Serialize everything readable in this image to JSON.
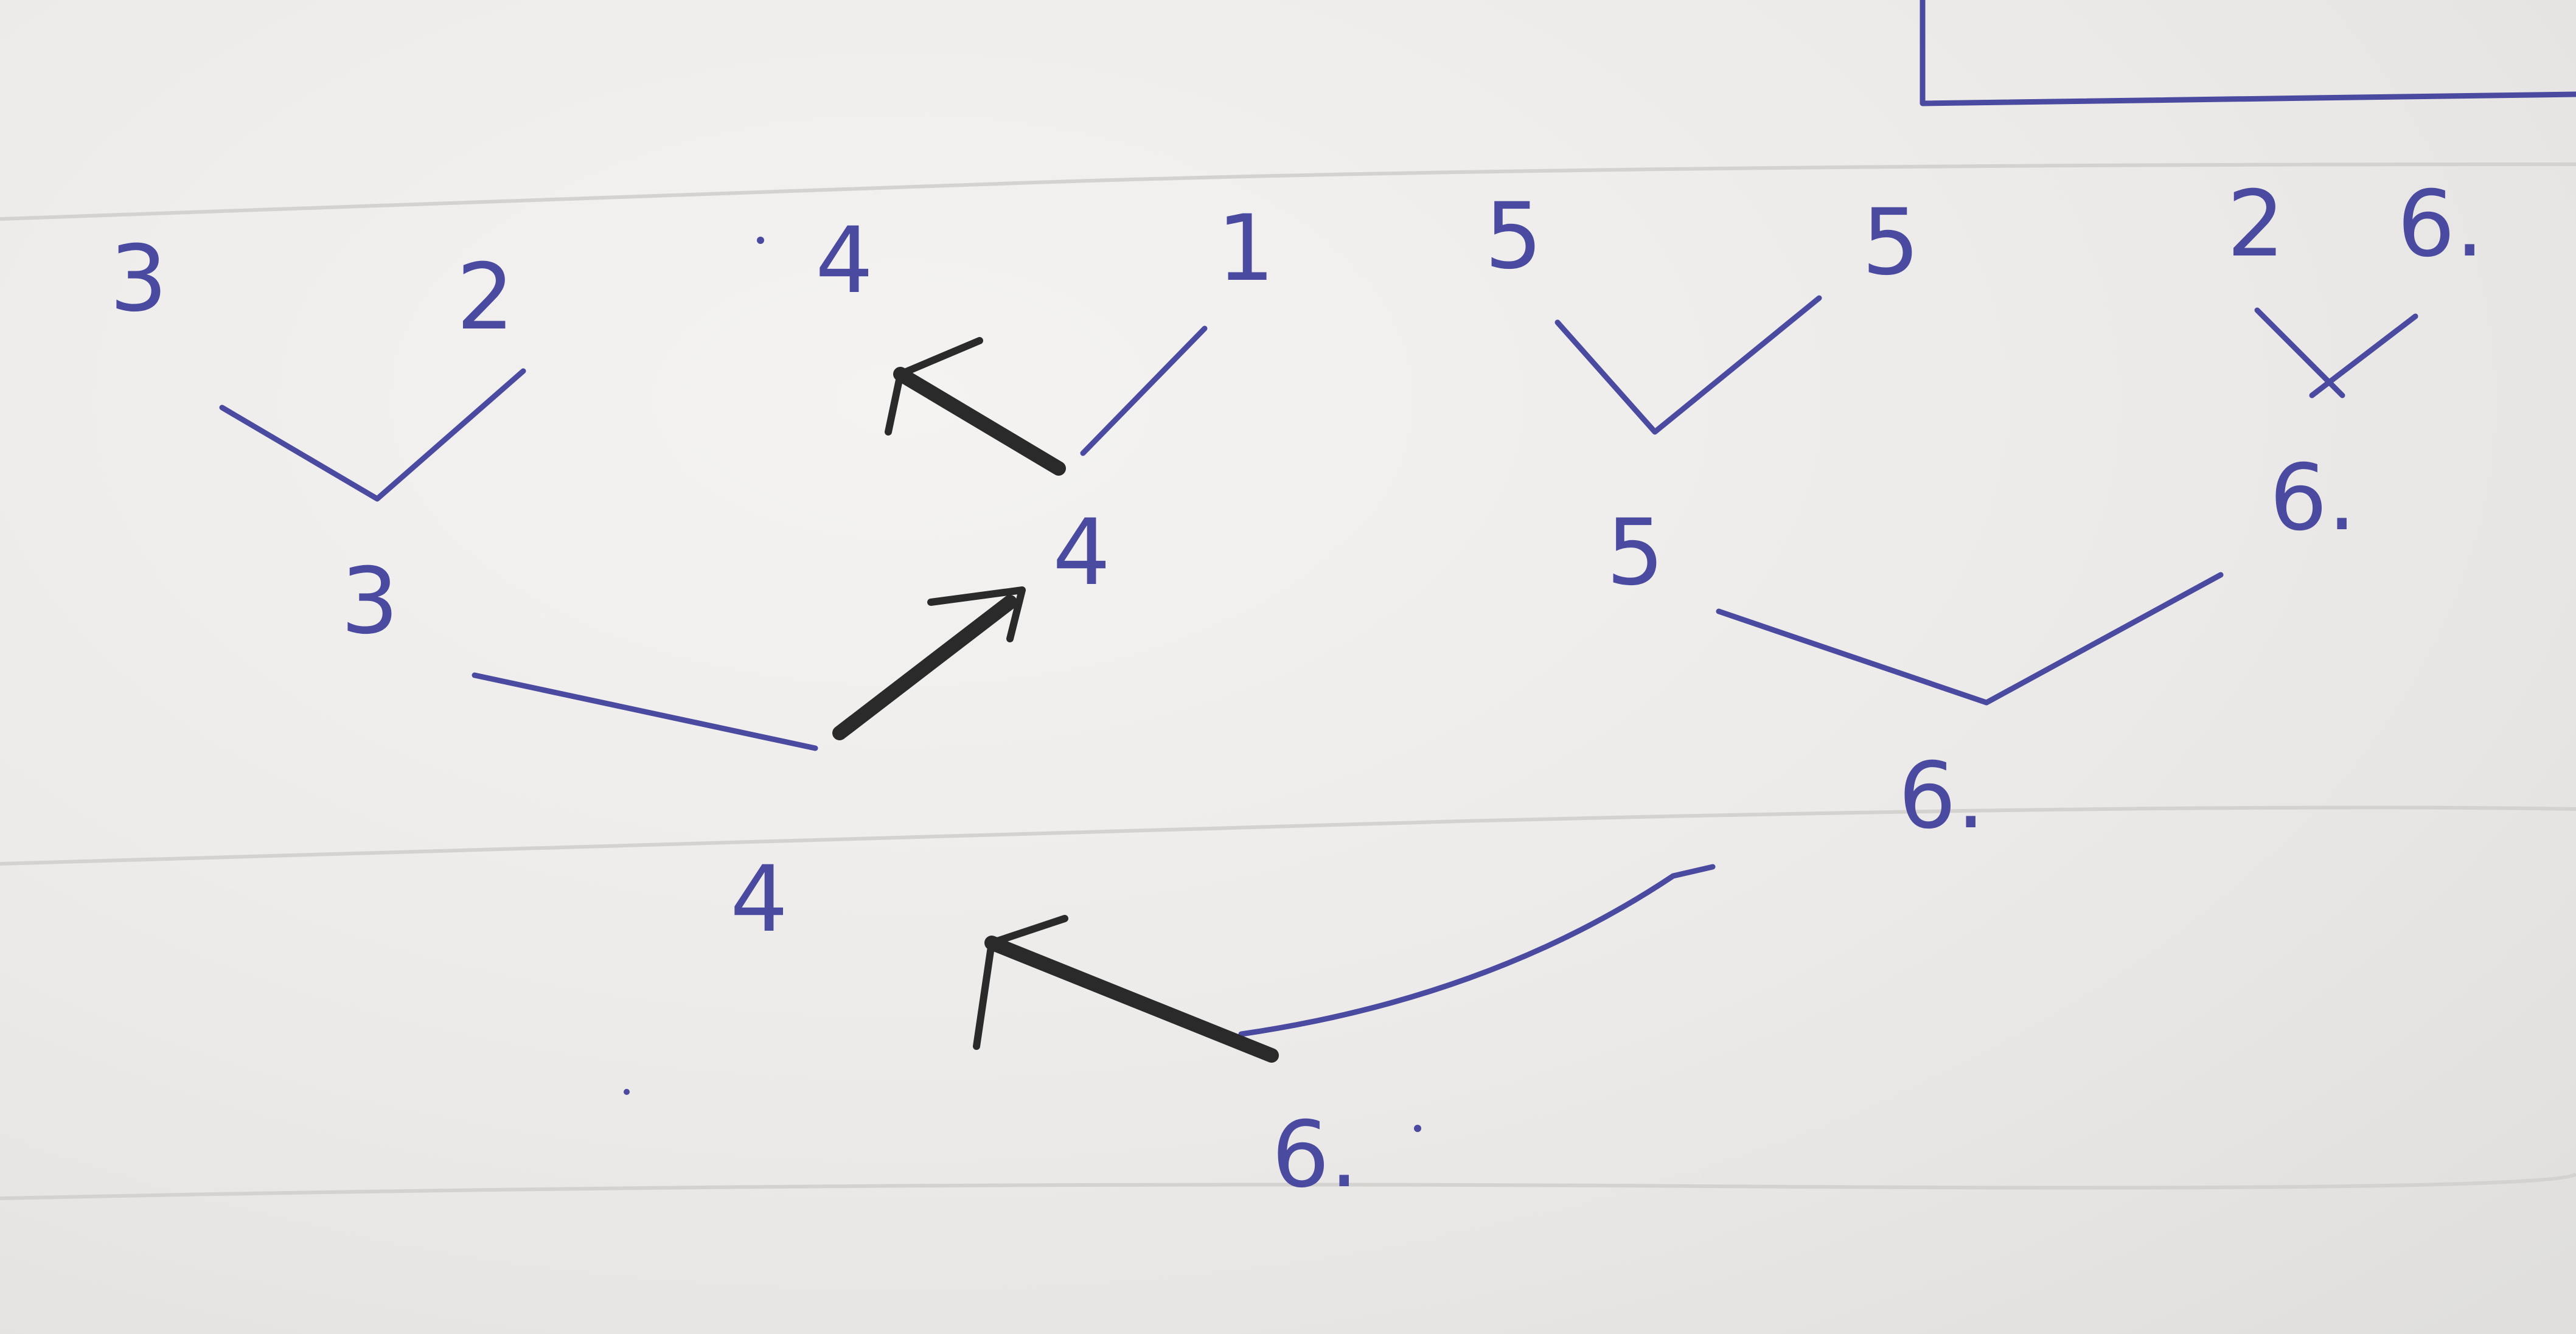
{
  "tree": {
    "leaves": [
      "3",
      "2",
      "4",
      "1",
      "5",
      "5",
      "2",
      "6."
    ],
    "level1": [
      "3",
      "4",
      "5",
      "6."
    ],
    "level2": [
      "4",
      "6."
    ],
    "root": "6."
  },
  "colors": {
    "ink": "#4a4aa0",
    "marker": "#2a2a2a",
    "paper": "#eceae8"
  }
}
